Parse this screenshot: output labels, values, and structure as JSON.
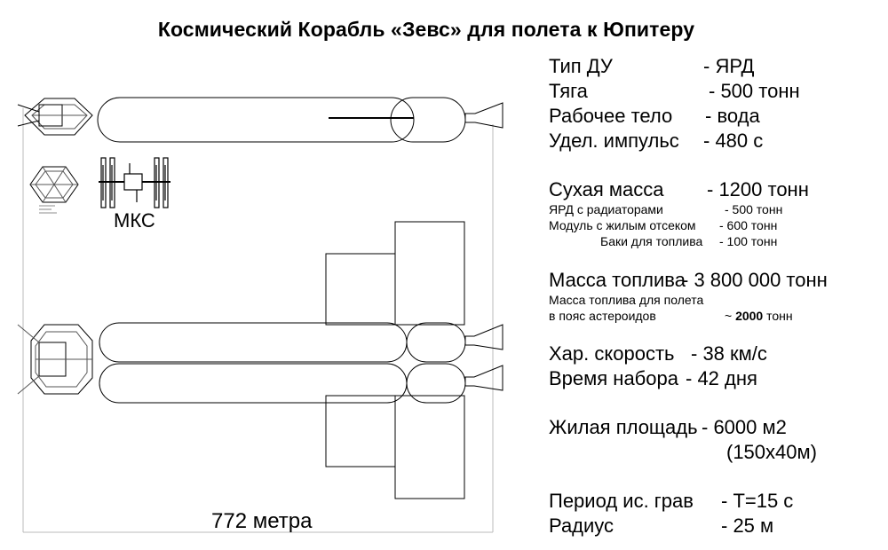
{
  "title": "Космический Корабль «Зевс»  для полета к Юпитеру",
  "labels": {
    "iss": "МКС",
    "length": "772 метра"
  },
  "specs": {
    "engine_type": {
      "key": "Тип ДУ",
      "value": "-  ЯРД"
    },
    "thrust": {
      "key": "Тяга",
      "value": "-  500 тонн"
    },
    "working_fluid": {
      "key": "Рабочее тело",
      "value": "-  вода"
    },
    "specific_impulse": {
      "key": "Удел. импульс",
      "value": "-  480 с"
    },
    "dry_mass": {
      "key": "Сухая масса",
      "value": "- 1200 тонн"
    },
    "dry_mass_parts": [
      {
        "key": "ЯРД с радиаторами",
        "value": "- 500 тонн"
      },
      {
        "key": "Модуль с жилым отсеком",
        "value": "- 600 тонн"
      },
      {
        "key": "Баки для топлива",
        "value": "- 100 тонн"
      }
    ],
    "fuel_mass": {
      "key": "Масса топлива",
      "value": "- 3 800 000 тонн"
    },
    "fuel_note": {
      "line1": "Масса топлива для полета",
      "line2": "в пояс астероидов",
      "value_prefix": "~",
      "value_bold": "2000",
      "value_unit": "тонн"
    },
    "char_velocity": {
      "key": "Хар. скорость",
      "value": "-  38 км/с"
    },
    "burn_time": {
      "key": "Время набора",
      "value": "-  42 дня"
    },
    "living_area": {
      "key": "Жилая площадь",
      "value": "- 6000 м2"
    },
    "living_area_dims": "(150х40м)",
    "grav_period": {
      "key": "Период ис. грав",
      "value": "-  Т=15 с"
    },
    "radius": {
      "key": "Радиус",
      "value": "-  25 м"
    }
  }
}
